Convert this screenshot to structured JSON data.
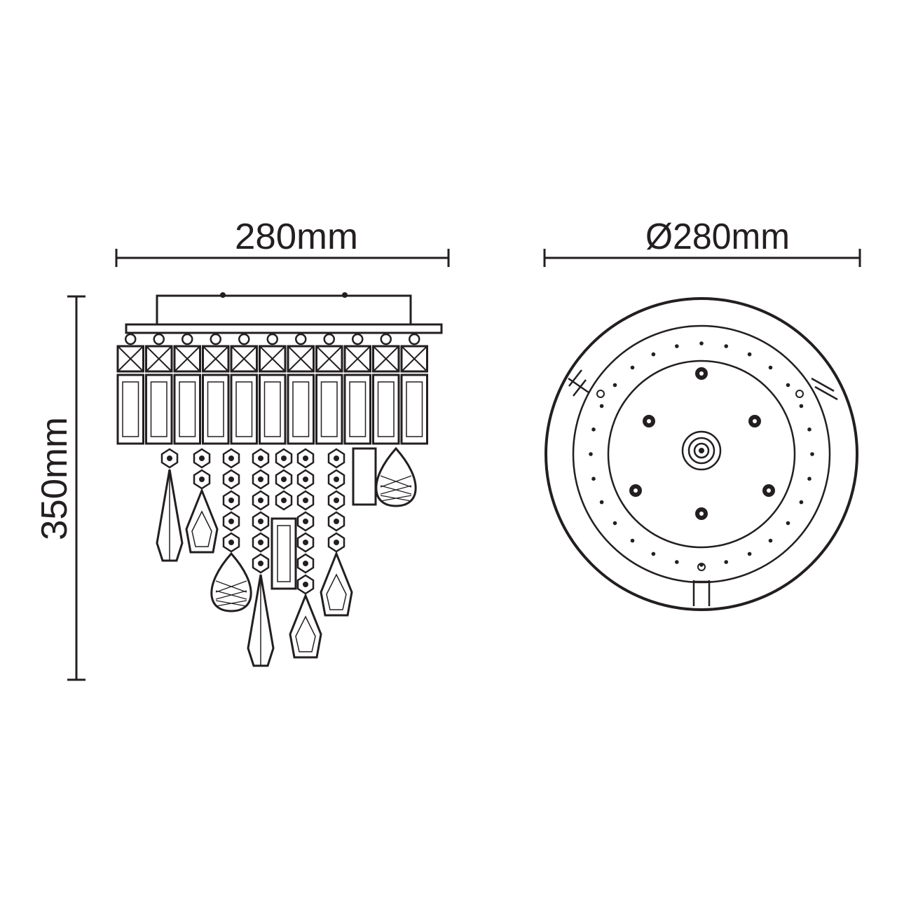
{
  "dimensions": {
    "width_label": "280mm",
    "diameter_label": "Ø280mm",
    "height_label": "350mm"
  },
  "colors": {
    "line": "#231f20",
    "background": "#ffffff"
  }
}
